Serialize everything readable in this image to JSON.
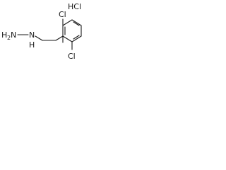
{
  "labels": {
    "salt": "HCl",
    "chlorine_top": "Cl",
    "chlorine_bottom": "Cl",
    "amine_h": "H",
    "amine_sub": "2",
    "amine_n": "N",
    "nh_n": "N",
    "nh_h": "H"
  }
}
